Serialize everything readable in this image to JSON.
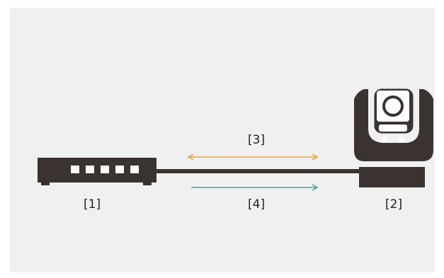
{
  "labels": {
    "switch": "[1]",
    "camera": "[2]",
    "arrow_bidirectional": "[3]",
    "arrow_one_way": "[4]"
  },
  "colors": {
    "background": "#f0f0f0",
    "device": "#3a3330",
    "cable": "#3a3330",
    "arrow_bidirectional": "#e8a13a",
    "arrow_one_way": "#3aa6a6"
  },
  "icons": {
    "switch": "network-switch-icon",
    "camera": "ptz-camera-icon"
  }
}
